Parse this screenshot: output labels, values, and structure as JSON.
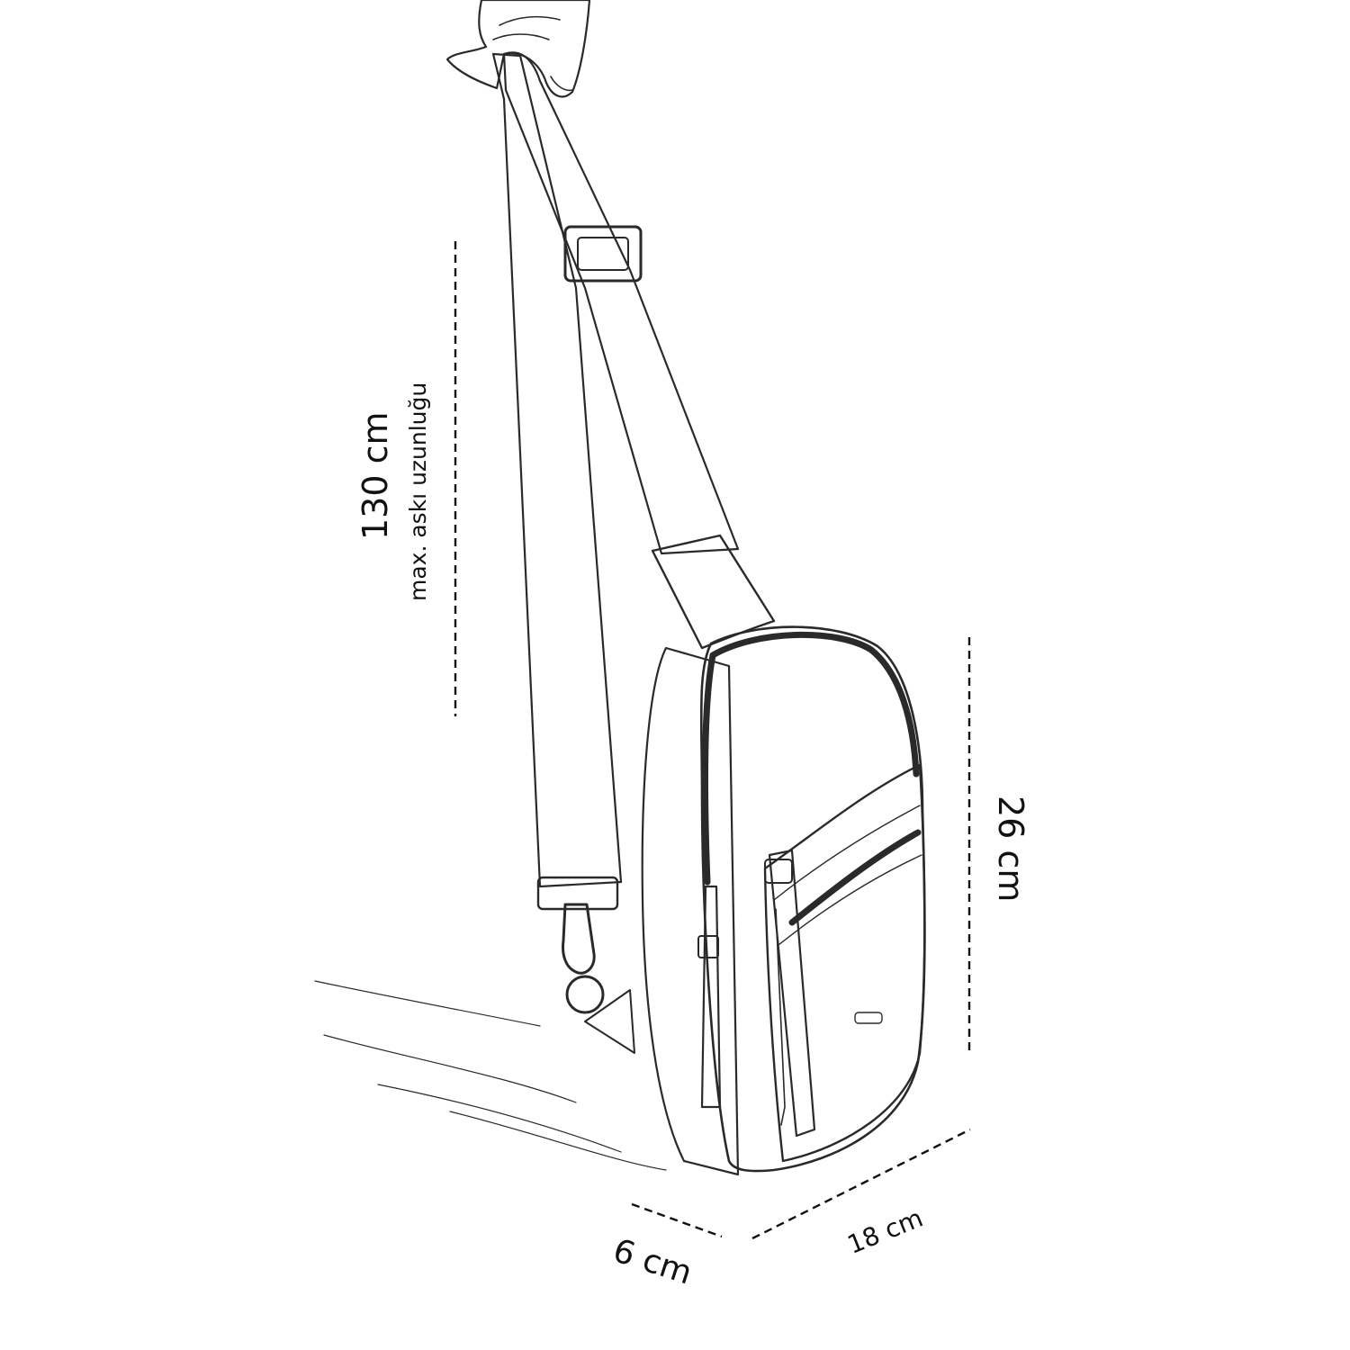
{
  "dimensions": {
    "strap_length": {
      "value": "130 cm",
      "caption": "max. askı uzunluğu"
    },
    "height": "26 cm",
    "width": "18 cm",
    "depth": "6 cm"
  },
  "colors": {
    "line": "#2a2a2a",
    "dim_line": "#111111",
    "background": "#ffffff"
  }
}
